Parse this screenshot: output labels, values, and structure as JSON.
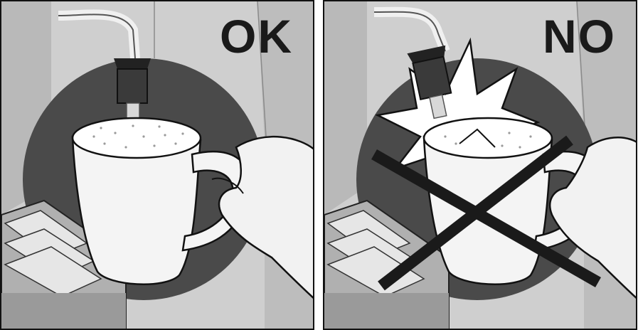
{
  "panels": [
    {
      "label": "OK",
      "state": "correct"
    },
    {
      "label": "NO",
      "state": "incorrect"
    }
  ],
  "colors": {
    "circle": "#4a4a4a",
    "machine_light": "#d4d4d4",
    "machine_mid": "#b8b8b8",
    "cup": "#f4f4f4",
    "foam": "#ffffff",
    "nozzle": "#2f2f2f",
    "cross": "#1a1a1a",
    "burst": "#ffffff"
  }
}
